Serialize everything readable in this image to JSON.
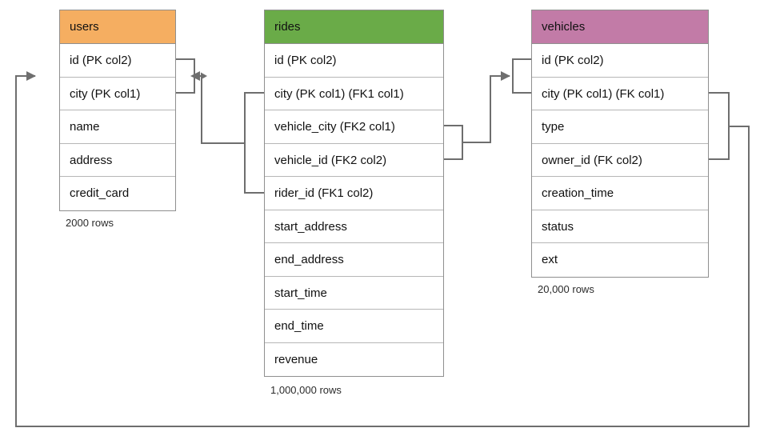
{
  "diagram": {
    "type": "entity-relationship-diagram",
    "background": "#ffffff",
    "line_color": "#6e6e6e",
    "border_color": "#8f8f8f",
    "row_divider_color": "#b6b6b6"
  },
  "tables": [
    {
      "name": "users",
      "title": "users",
      "header_color": "#f5ae61",
      "row_count_label": "2000 rows",
      "columns": [
        {
          "label": "id (PK col2)"
        },
        {
          "label": "city (PK col1)"
        },
        {
          "label": "name"
        },
        {
          "label": "address"
        },
        {
          "label": "credit_card"
        }
      ]
    },
    {
      "name": "rides",
      "title": "rides",
      "header_color": "#6aab48",
      "row_count_label": "1,000,000 rows",
      "columns": [
        {
          "label": "id (PK col2)"
        },
        {
          "label": "city (PK col1) (FK1 col1)"
        },
        {
          "label": "vehicle_city (FK2 col1)"
        },
        {
          "label": "vehicle_id (FK2 col2)"
        },
        {
          "label": "rider_id (FK1 col2)"
        },
        {
          "label": "start_address"
        },
        {
          "label": "end_address"
        },
        {
          "label": "start_time"
        },
        {
          "label": "end_time"
        },
        {
          "label": "revenue"
        }
      ]
    },
    {
      "name": "vehicles",
      "title": "vehicles",
      "header_color": "#c27ba7",
      "row_count_label": "20,000 rows",
      "columns": [
        {
          "label": "id (PK col2)"
        },
        {
          "label": "city (PK col1) (FK col1)"
        },
        {
          "label": "type"
        },
        {
          "label": "owner_id (FK col2)"
        },
        {
          "label": "creation_time"
        },
        {
          "label": "status"
        },
        {
          "label": "ext"
        }
      ]
    }
  ],
  "relationships": [
    {
      "name": "rides-fk1-to-users",
      "from_table": "rides",
      "from_columns": [
        "city (PK col1) (FK1 col1)",
        "rider_id (FK1 col2)"
      ],
      "to_table": "users",
      "to_columns": [
        "id (PK col2)",
        "city (PK col1)"
      ],
      "arrow_direction": "left"
    },
    {
      "name": "rides-fk2-to-vehicles",
      "from_table": "rides",
      "from_columns": [
        "vehicle_city (FK2 col1)",
        "vehicle_id (FK2 col2)"
      ],
      "to_table": "vehicles",
      "to_columns": [
        "id (PK col2)",
        "city (PK col1) (FK col1)"
      ],
      "arrow_direction": "right"
    },
    {
      "name": "vehicles-fk-to-users",
      "from_table": "vehicles",
      "from_columns": [
        "city (PK col1) (FK col1)",
        "owner_id (FK col2)"
      ],
      "to_table": "users",
      "to_columns": [
        "id (PK col2)",
        "city (PK col1)"
      ],
      "arrow_direction": "right"
    }
  ]
}
